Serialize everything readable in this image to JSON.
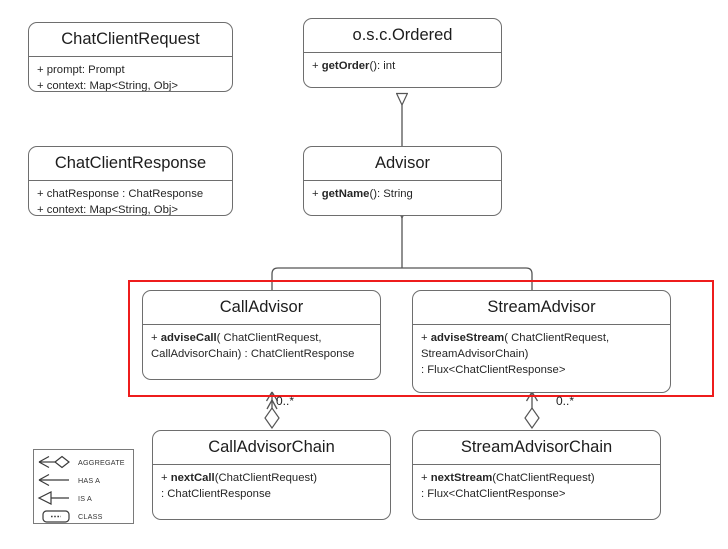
{
  "diagram": {
    "title": "Spring AI Advisor class diagram",
    "classes": [
      {
        "id": "chat-client-request",
        "name": "ChatClientRequest",
        "members": [
          {
            "prefix": "+ ",
            "bold": "",
            "rest": "prompt: Prompt",
            "indent": 0
          },
          {
            "prefix": "+ ",
            "bold": "",
            "rest": "context: Map<String, Obj>",
            "indent": 0
          }
        ]
      },
      {
        "id": "ordered",
        "name": "o.s.c.Ordered",
        "members": [
          {
            "prefix": "+ ",
            "bold": "getOrder",
            "rest": "(): int",
            "indent": 0
          }
        ]
      },
      {
        "id": "chat-client-response",
        "name": "ChatClientResponse",
        "members": [
          {
            "prefix": "+ ",
            "bold": "",
            "rest": "chatResponse : ChatResponse",
            "indent": 0
          },
          {
            "prefix": "+ ",
            "bold": "",
            "rest": "context: Map<String, Obj>",
            "indent": 0
          }
        ]
      },
      {
        "id": "advisor",
        "name": "Advisor",
        "members": [
          {
            "prefix": "+ ",
            "bold": "getName",
            "rest": "(): String",
            "indent": 0
          }
        ]
      },
      {
        "id": "call-advisor",
        "name": "CallAdvisor",
        "members": [
          {
            "prefix": "+ ",
            "bold": "adviseCall",
            "rest": "( ChatClientRequest,",
            "indent": 0
          },
          {
            "prefix": "",
            "bold": "",
            "rest": "CallAdvisorChain) : ChatClientResponse",
            "indent": 1
          }
        ]
      },
      {
        "id": "stream-advisor",
        "name": "StreamAdvisor",
        "members": [
          {
            "prefix": "+ ",
            "bold": "adviseStream",
            "rest": "( ChatClientRequest,",
            "indent": 0
          },
          {
            "prefix": "",
            "bold": "",
            "rest": "StreamAdvisorChain)",
            "indent": 1
          },
          {
            "prefix": "",
            "bold": "",
            "rest": ": Flux<ChatClientResponse>",
            "indent": 2
          }
        ]
      },
      {
        "id": "call-advisor-chain",
        "name": "CallAdvisorChain",
        "members": [
          {
            "prefix": "+ ",
            "bold": "nextCall",
            "rest": "(ChatClientRequest)",
            "indent": 0
          },
          {
            "prefix": "",
            "bold": "",
            "rest": ": ChatClientResponse",
            "indent": 1
          }
        ]
      },
      {
        "id": "stream-advisor-chain",
        "name": "StreamAdvisorChain",
        "members": [
          {
            "prefix": "+ ",
            "bold": "nextStream",
            "rest": "(ChatClientRequest)",
            "indent": 0
          },
          {
            "prefix": "",
            "bold": "",
            "rest": ": Flux<ChatClientResponse>",
            "indent": 1
          }
        ]
      }
    ],
    "multiplicities": [
      {
        "id": "call-advisor-chain-multiplicity",
        "label": "0..*"
      },
      {
        "id": "stream-advisor-chain-multiplicity",
        "label": "0..*"
      }
    ],
    "relations": [
      {
        "from": "advisor",
        "to": "ordered",
        "type": "is-a"
      },
      {
        "from": "call-advisor",
        "to": "advisor",
        "type": "is-a"
      },
      {
        "from": "stream-advisor",
        "to": "advisor",
        "type": "is-a"
      },
      {
        "from": "call-advisor-chain",
        "to": "call-advisor",
        "type": "aggregate"
      },
      {
        "from": "stream-advisor-chain",
        "to": "stream-advisor",
        "type": "aggregate"
      }
    ],
    "highlight": {
      "id": "advisor-interfaces-highlight",
      "color": "#ee1c1c"
    },
    "legend": {
      "rows": [
        {
          "icon": "aggregate-arrow-icon",
          "label": "AGGREGATE"
        },
        {
          "icon": "has-a-arrow-icon",
          "label": "HAS A"
        },
        {
          "icon": "is-a-arrow-icon",
          "label": "IS A"
        },
        {
          "icon": "class-box-icon",
          "label": "CLASS"
        }
      ]
    },
    "colors": {
      "box_border": "#6e6e6e",
      "line": "#555555",
      "highlight": "#ee1c1c",
      "text": "#1d1d1d",
      "background": "#ffffff"
    }
  }
}
